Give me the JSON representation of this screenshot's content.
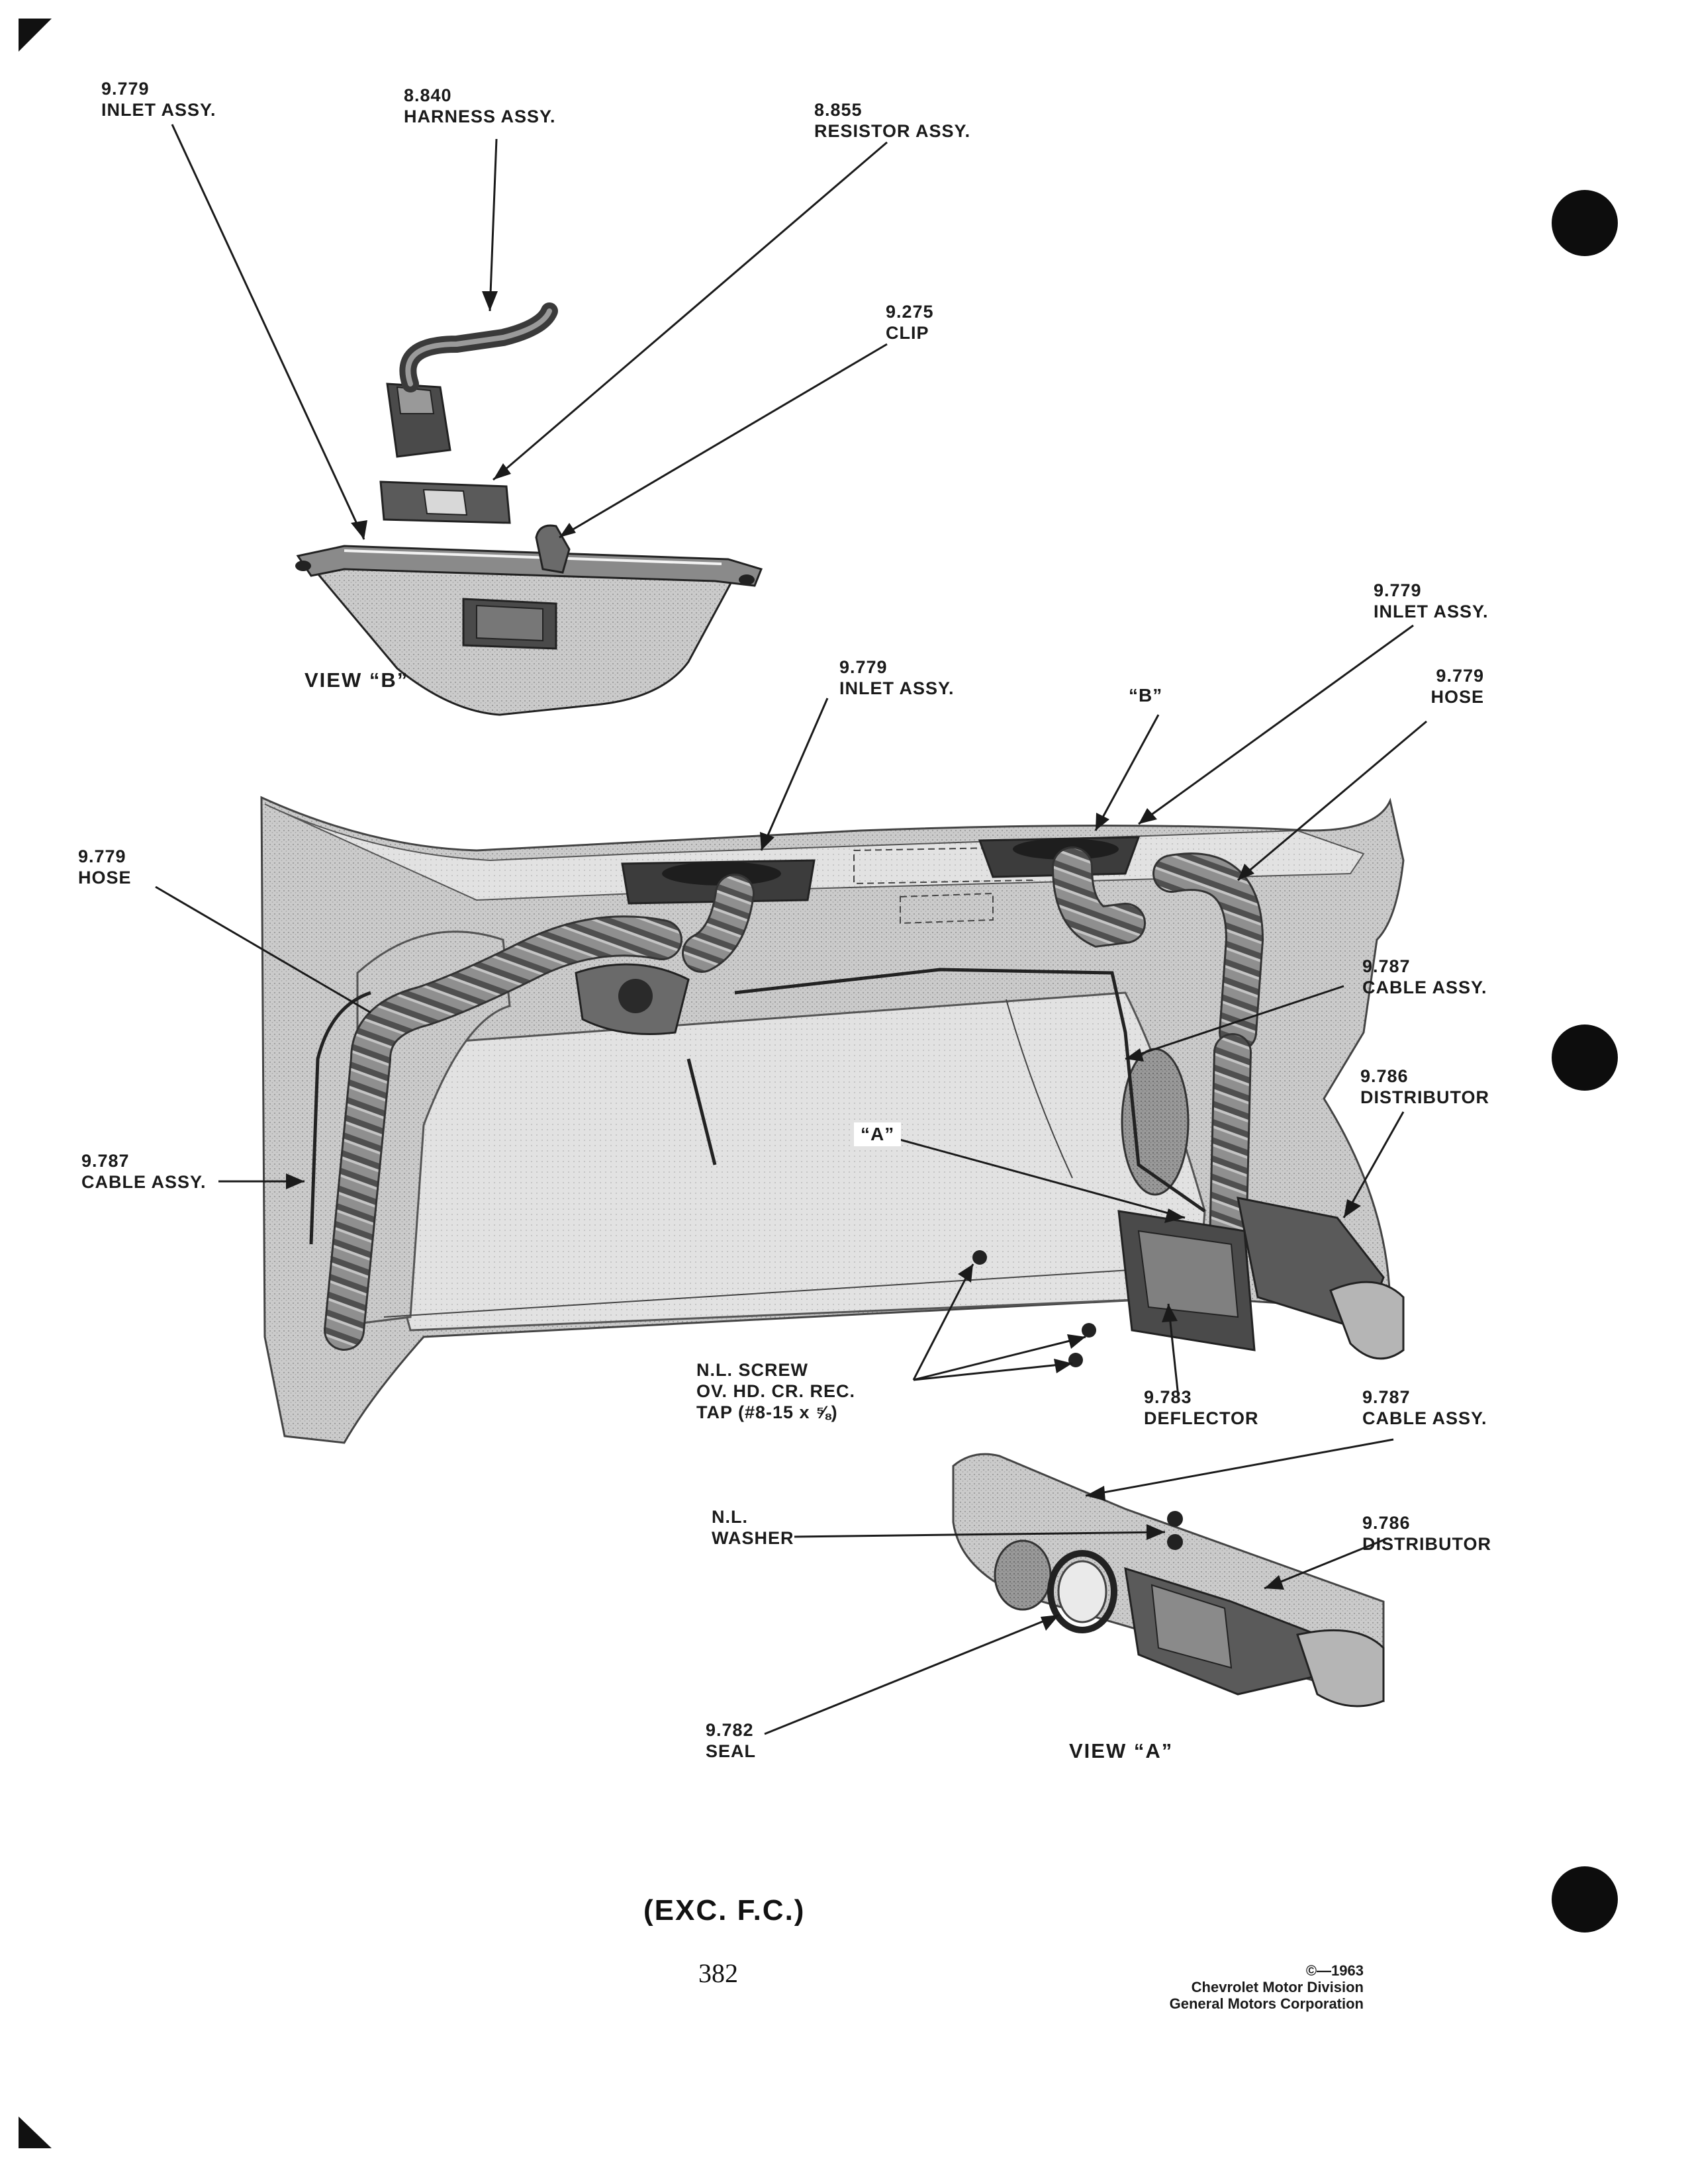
{
  "labels": {
    "inlet_top": {
      "code": "9.779",
      "name": "INLET ASSY."
    },
    "harness": {
      "code": "8.840",
      "name": "HARNESS ASSY."
    },
    "resistor": {
      "code": "8.855",
      "name": "RESISTOR ASSY."
    },
    "clip": {
      "code": "9.275",
      "name": "CLIP"
    },
    "inlet_right": {
      "code": "9.779",
      "name": "INLET ASSY."
    },
    "inlet_center": {
      "code": "9.779",
      "name": "INLET ASSY."
    },
    "hose_right": {
      "code": "9.779",
      "name": "HOSE"
    },
    "hose_left": {
      "code": "9.779",
      "name": "HOSE"
    },
    "cable_right": {
      "code": "9.787",
      "name": "CABLE ASSY."
    },
    "distributor_upper": {
      "code": "9.786",
      "name": "DISTRIBUTOR"
    },
    "cable_left": {
      "code": "9.787",
      "name": "CABLE ASSY."
    },
    "screw": {
      "line1": "N.L. SCREW",
      "line2": "OV. HD. CR. REC.",
      "line3": "TAP (#8-15 x ⅝)"
    },
    "deflector": {
      "code": "9.783",
      "name": "DEFLECTOR"
    },
    "cable_lower": {
      "code": "9.787",
      "name": "CABLE ASSY."
    },
    "washer": {
      "line1": "N.L.",
      "line2": "WASHER"
    },
    "distributor_lower": {
      "code": "9.786",
      "name": "DISTRIBUTOR"
    },
    "seal": {
      "code": "9.782",
      "name": "SEAL"
    }
  },
  "views": {
    "view_b": "VIEW “B”",
    "view_a": "VIEW “A”",
    "tag_b": "“B”",
    "tag_a": "“A”"
  },
  "footer": {
    "note": "(EXC. F.C.)",
    "page_number": "382",
    "copyright": "©—1963",
    "company1": "Chevrolet Motor Division",
    "company2": "General Motors Corporation"
  },
  "colors": {
    "ink": "#1a1a1a",
    "panel_fill": "#c9c9c9",
    "panel_dark": "#8a8a8a",
    "part_dark": "#4a4a4a",
    "hose_fill": "#8d8d8d"
  }
}
